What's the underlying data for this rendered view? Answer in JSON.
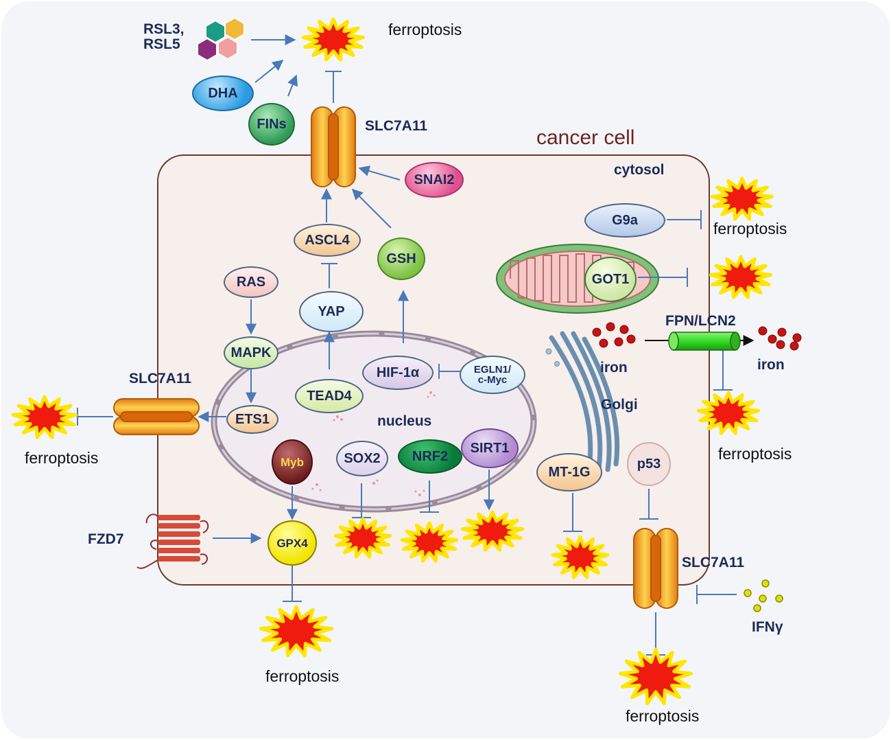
{
  "title": "cancer cell",
  "compartments": {
    "cytosol": "cytosol",
    "nucleus": "nucleus",
    "golgi": "Golgi"
  },
  "outcome_label": "ferroptosis",
  "inducers": {
    "rsl": "RSL3,\nRSL5",
    "dha": "DHA",
    "fins": "FINs"
  },
  "nodes": {
    "snai2": "SNAI2",
    "ascl4": "ASCL4",
    "gsh": "GSH",
    "ras": "RAS",
    "yap": "YAP",
    "mapk": "MAPK",
    "hif": "HIF-1α",
    "egln": "EGLN1/\nc-Myc",
    "tead4": "TEAD4",
    "ets1": "ETS1",
    "myb": "Myb",
    "sox2": "SOX2",
    "nrf2": "NRF2",
    "sirt1": "SIRT1",
    "mt1g": "MT-1G",
    "p53": "p53",
    "gpx4": "GPX4",
    "g9a": "G9a",
    "got1": "GOT1"
  },
  "transporters": {
    "slc7a11": "SLC7A11",
    "fpn": "FPN/LCN2",
    "fzd7": "FZD7"
  },
  "molecules": {
    "iron": "iron",
    "ifn": "IFNγ"
  },
  "colors": {
    "arrow": "#4a78b8",
    "cell_border": "#6b3a2a",
    "cell_fill": "#f7efec",
    "burst_fill": "#ee1b0e",
    "burst_outline": "#ffe600"
  }
}
